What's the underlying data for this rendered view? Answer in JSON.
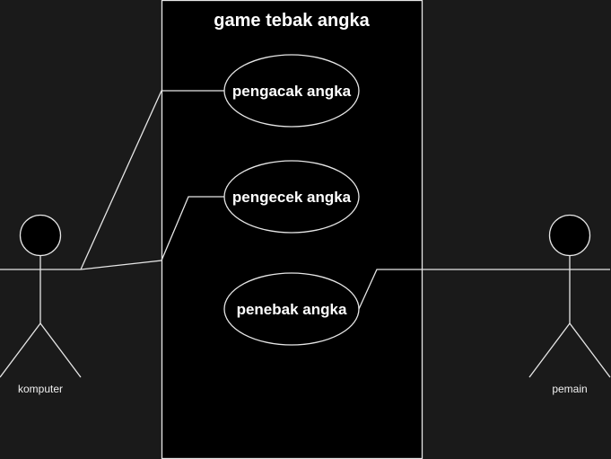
{
  "diagram": {
    "system": {
      "title": "game tebak angka"
    },
    "use_cases": [
      {
        "id": "uc1",
        "label": "pengacak angka"
      },
      {
        "id": "uc2",
        "label": "pengecek angka"
      },
      {
        "id": "uc3",
        "label": "penebak angka"
      }
    ],
    "actors": [
      {
        "id": "a1",
        "label": "komputer"
      },
      {
        "id": "a2",
        "label": "pemain"
      }
    ],
    "associations": [
      {
        "from": "a1",
        "to": "uc1"
      },
      {
        "from": "a1",
        "to": "uc2"
      },
      {
        "from": "a2",
        "to": "uc3"
      }
    ],
    "colors": {
      "background": "#1a1a1a",
      "system_fill": "#000000",
      "stroke": "#e6e6e6",
      "text": "#ffffff"
    }
  }
}
